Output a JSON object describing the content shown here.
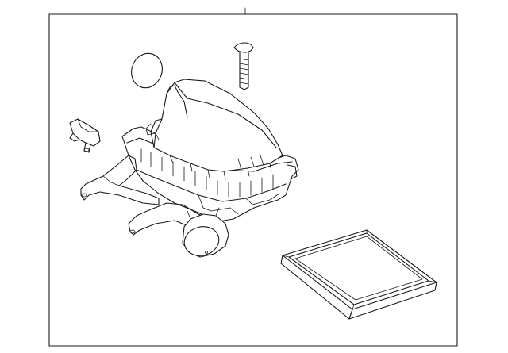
{
  "diagram": {
    "kind": "exploded parts diagram",
    "parts": [
      {
        "name": "air-cleaner-assembly"
      },
      {
        "name": "upper-housing-cover"
      },
      {
        "name": "lower-housing"
      },
      {
        "name": "inlet-duct"
      },
      {
        "name": "seal-ring"
      },
      {
        "name": "mounting-bolt"
      },
      {
        "name": "sensor"
      },
      {
        "name": "air-filter-element"
      }
    ],
    "colors": {
      "line": "#1a1a1a",
      "background": "#ffffff"
    }
  }
}
